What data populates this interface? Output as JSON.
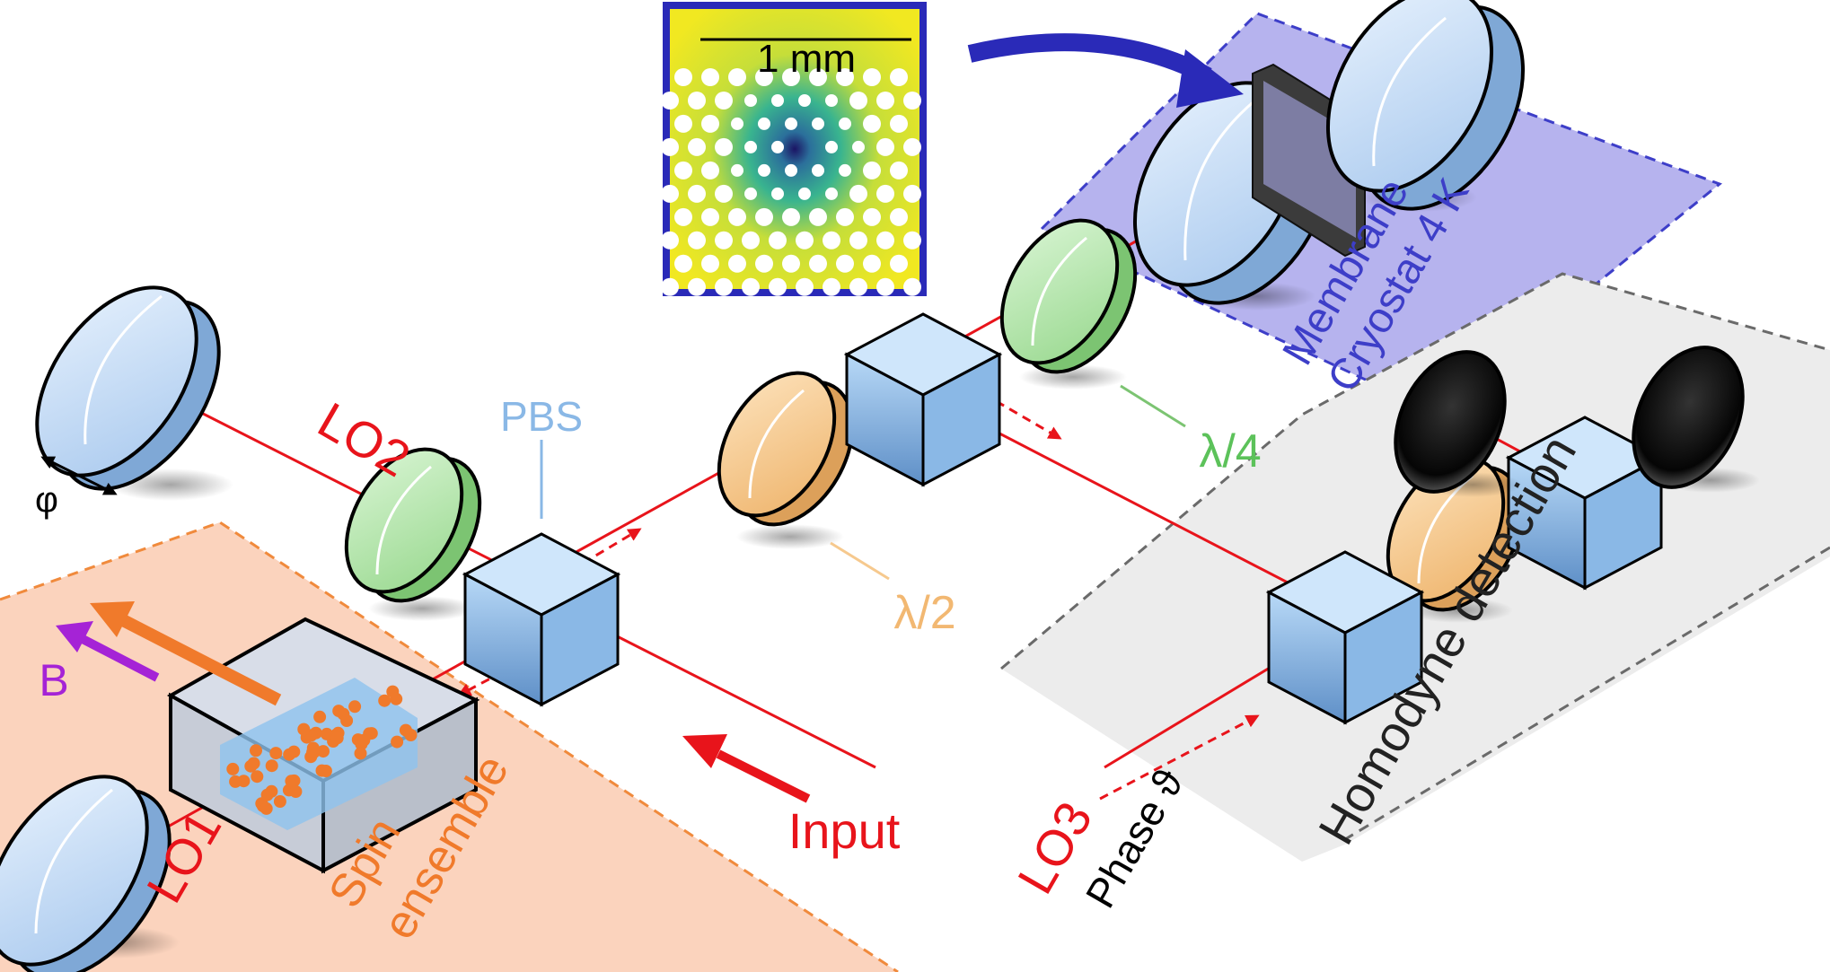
{
  "labels": {
    "pbs": "PBS",
    "lo1": "LO1",
    "lo2": "LO2",
    "lo3": "LO3",
    "phi": "φ",
    "b_field": "B",
    "input": "Input",
    "half_wave": "λ/2",
    "quarter_wave": "λ/4",
    "spin_line1": "Spin",
    "spin_line2": "ensemble",
    "membrane_line1": "Membrane",
    "membrane_line2": "Cryostat 4 K",
    "homodyne": "Homodyne detection",
    "phase": "Phase ϑ",
    "scale_bar": "1 mm"
  },
  "colors": {
    "laser": "#e8141b",
    "spin_zone": "#fbd3bd",
    "spin_border": "#f08a3c",
    "membrane_zone": "#b6b3ee",
    "membrane_border": "#3d3ec8",
    "homodyne_zone": "#ececec",
    "homodyne_border": "#6a6a6a",
    "waveplate_half": "#f6c98e",
    "waveplate_quarter": "#b6e6b0",
    "mirror": "#cfe3fb",
    "cube": "#9ec8f2",
    "spins": "#f07a2b",
    "b_arrow": "#a523d6",
    "inset_border": "#2a2ab8"
  },
  "icons": {
    "mirror": "mirror-icon",
    "beam_splitter": "beam-splitter-cube-icon",
    "waveplate": "waveplate-icon",
    "detector": "photodetector-icon",
    "membrane": "membrane-icon"
  }
}
